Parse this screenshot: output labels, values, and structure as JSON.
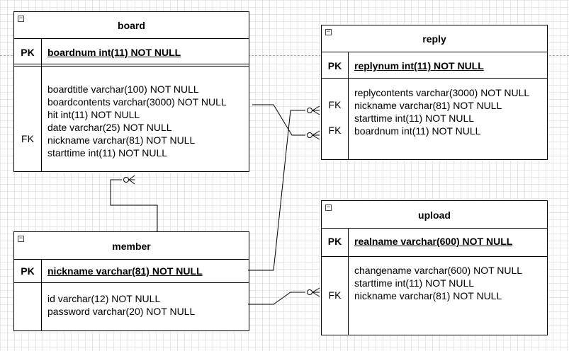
{
  "entities": {
    "board": {
      "name": "board",
      "pk_label": "PK",
      "pk_field": "boardnum int(11) NOT NULL",
      "fk_label": "FK",
      "fields": [
        "boardtitle varchar(100) NOT NULL",
        "boardcontents varchar(3000) NOT NULL",
        "hit int(11) NOT NULL",
        "date varchar(25) NOT NULL",
        "nickname varchar(81) NOT NULL",
        "starttime int(11) NOT NULL"
      ]
    },
    "reply": {
      "name": "reply",
      "pk_label": "PK",
      "pk_field": "replynum int(11) NOT NULL",
      "fk_labels": [
        "FK",
        "FK"
      ],
      "fields": [
        "replycontents varchar(3000) NOT NULL",
        "nickname varchar(81) NOT NULL",
        "starttime int(11) NOT NULL",
        "boardnum int(11) NOT NULL"
      ]
    },
    "member": {
      "name": "member",
      "pk_label": "PK",
      "pk_field": "nickname varchar(81) NOT NULL",
      "fields": [
        "id varchar(12) NOT NULL",
        "password varchar(20) NOT NULL"
      ]
    },
    "upload": {
      "name": "upload",
      "pk_label": "PK",
      "pk_field": "realname varchar(600) NOT NULL",
      "fk_label": "FK",
      "fields": [
        "changename varchar(600) NOT NULL",
        "starttime int(11) NOT NULL",
        "nickname varchar(81) NOT NULL"
      ]
    }
  },
  "collapse_icon": "minus-box-icon",
  "relationships": [
    {
      "from": "member",
      "to": "board",
      "end": "crow-foot-zero-or-many"
    },
    {
      "from": "member",
      "to": "reply",
      "end": "crow-foot-zero-or-many"
    },
    {
      "from": "board",
      "to": "reply",
      "end": "crow-foot-zero-or-many"
    },
    {
      "from": "member",
      "to": "upload",
      "end": "crow-foot-zero-or-many"
    }
  ]
}
